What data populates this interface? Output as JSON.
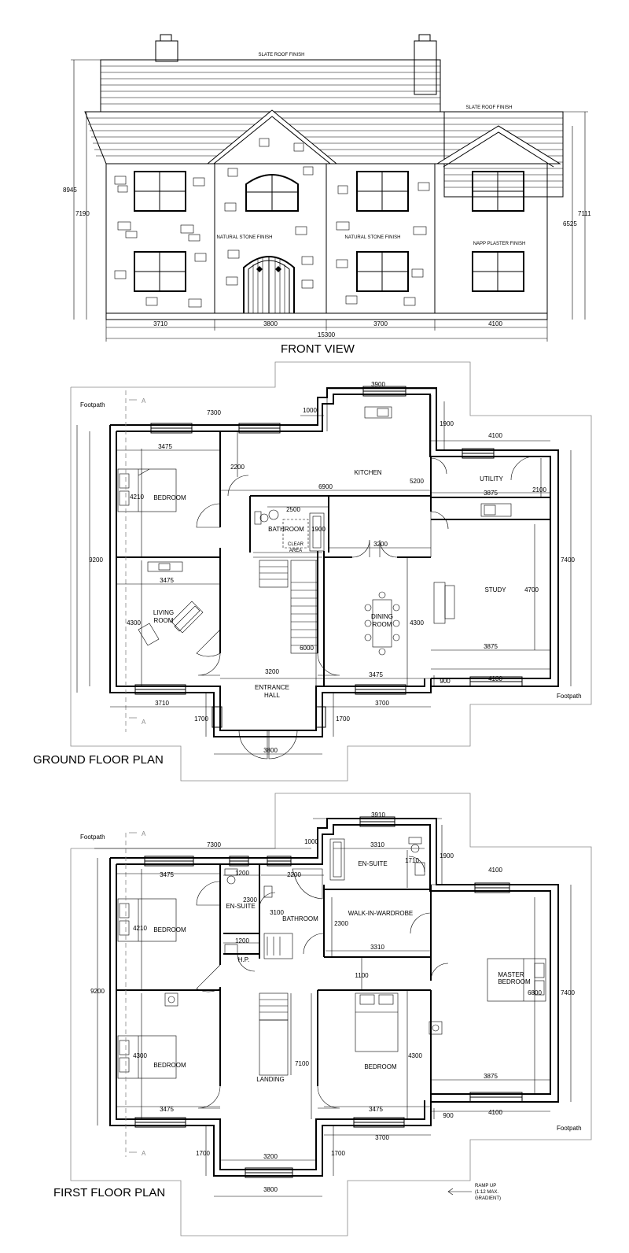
{
  "front_view": {
    "title": "FRONT VIEW",
    "slate_main": "SLATE ROOF FINISH",
    "slate_side": "SLATE ROOF FINISH",
    "stone_left": "NATURAL STONE FINISH",
    "stone_right": "NATURAL STONE FINISH",
    "plaster": "NAPP PLASTER FINISH",
    "h_8945": "8945",
    "h_7190": "7190",
    "h_7111": "7111",
    "h_6525": "6525",
    "w_3710": "3710",
    "w_3800": "3800",
    "w_3700": "3700",
    "w_4100": "4100",
    "w_15300": "15300"
  },
  "ground_floor": {
    "title": "GROUND FLOOR PLAN",
    "footpath_tl": "Footpath",
    "footpath_br": "Footpath",
    "section_a_top": "A",
    "section_a_bottom": "A",
    "rooms": {
      "kitchen": "KITCHEN",
      "utility": "UTILITY",
      "bedroom": "BEDROOM",
      "bathroom": "BATHROOM",
      "clear_area_1": "CLEAR",
      "clear_area_2": "AREA",
      "study": "STUDY",
      "living_1": "LIVING",
      "living_2": "ROOM",
      "dining_1": "DINING",
      "dining_2": "ROOM",
      "hall_1": "ENTRANCE",
      "hall_2": "HALL"
    },
    "dims": {
      "d3900": "3900",
      "d1000": "1000",
      "d7300": "7300",
      "d1900": "1900",
      "d4100a": "4100",
      "d3475a": "3475",
      "d2200": "2200",
      "d5200": "5200",
      "d6900": "6900",
      "d3875a": "3875",
      "d2100": "2100",
      "d4210": "4210",
      "d2500": "2500",
      "d1900b": "1900",
      "d9200": "9200",
      "d3200a": "3200",
      "d7400": "7400",
      "d3475b": "3475",
      "d4700": "4700",
      "d4300a": "4300",
      "d4300b": "4300",
      "d6000": "6000",
      "d3875b": "3875",
      "d3200b": "3200",
      "d3475c": "3475",
      "d4100b": "4100",
      "d900": "900",
      "d3710": "3710",
      "d3700": "3700",
      "d1700a": "1700",
      "d1700b": "1700",
      "d3800": "3800"
    }
  },
  "first_floor": {
    "title": "FIRST FLOOR PLAN",
    "footpath_tl": "Footpath",
    "footpath_br": "Footpath",
    "section_a_top": "A",
    "section_a_bottom": "A",
    "rooms": {
      "ensuite_master": "EN-SUITE",
      "ensuite_small": "EN-SUITE",
      "bathroom": "BATHROOM",
      "walk_in": "WALK-IN-WARDROBE",
      "bedroom_tl": "BEDROOM",
      "hp": "H.P.",
      "master_1": "MASTER",
      "master_2": "BEDROOM",
      "bedroom_bl": "BEDROOM",
      "landing": "LANDING",
      "bedroom_mid": "BEDROOM"
    },
    "dims": {
      "d3910": "3910",
      "d3310a": "3310",
      "d1000": "1000",
      "d7300": "7300",
      "d1900": "1900",
      "d1710": "1710",
      "d4100a": "4100",
      "d3475a": "3475",
      "d1200a": "1200",
      "d2200": "2200",
      "d2300a": "2300",
      "d3100": "3100",
      "d4210": "4210",
      "d2300b": "2300",
      "d1200b": "1200",
      "d3310b": "3310",
      "d9200": "9200",
      "d1100": "1100",
      "d7400": "7400",
      "d6800": "6800",
      "d4300a": "4300",
      "d7100": "7100",
      "d4300b": "4300",
      "d3875": "3875",
      "d3475b": "3475",
      "d3475c": "3475",
      "d4100b": "4100",
      "d900": "900",
      "d3700": "3700",
      "d1700a": "1700",
      "d3200": "3200",
      "d1700b": "1700",
      "d3800": "3800"
    },
    "ramp_1": "RAMP UP",
    "ramp_2": "(1:12 MAX.",
    "ramp_3": "GRADIENT)"
  },
  "icons": [
    "stair-icon",
    "door-swing-icon",
    "window-icon",
    "bed-icon",
    "sofa-icon",
    "dining-table-icon",
    "bath-icon",
    "toilet-icon",
    "sink-icon",
    "stove-icon",
    "section-arrow-icon",
    "ramp-arrow-icon"
  ]
}
